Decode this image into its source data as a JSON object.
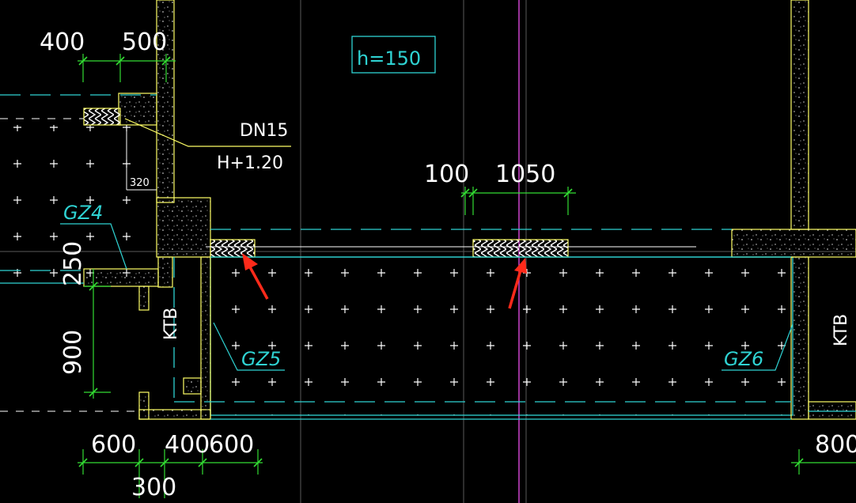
{
  "colors": {
    "background": "#000000",
    "wall_hatch": "#9a9a9a",
    "outline": "#ffff66",
    "cyan": "#2fd3d3",
    "green": "#33dd33",
    "magenta": "#cc44cc",
    "arrow": "#ff2a1a",
    "grid": "#6a6a6a"
  },
  "icons": {
    "arrow_left": "red-arrow-icon",
    "arrow_right": "red-arrow-icon"
  },
  "dimensions": {
    "top_left_a": "400",
    "top_left_b": "500",
    "mid_a": "100",
    "mid_b": "1050",
    "small": "320",
    "vertical_a": "250",
    "vertical_b": "900",
    "bottom_a": "600",
    "bottom_b": "400",
    "bottom_c": "600",
    "bottom_d": "300",
    "bottom_right": "800"
  },
  "notes": {
    "pipe": "DN15",
    "height": "H+1.20",
    "slab": "h=150"
  },
  "labels": {
    "gz4": "GZ4",
    "gz5": "GZ5",
    "gz6": "GZ6",
    "ktb_left": "KTB",
    "ktb_right": "KTB"
  }
}
